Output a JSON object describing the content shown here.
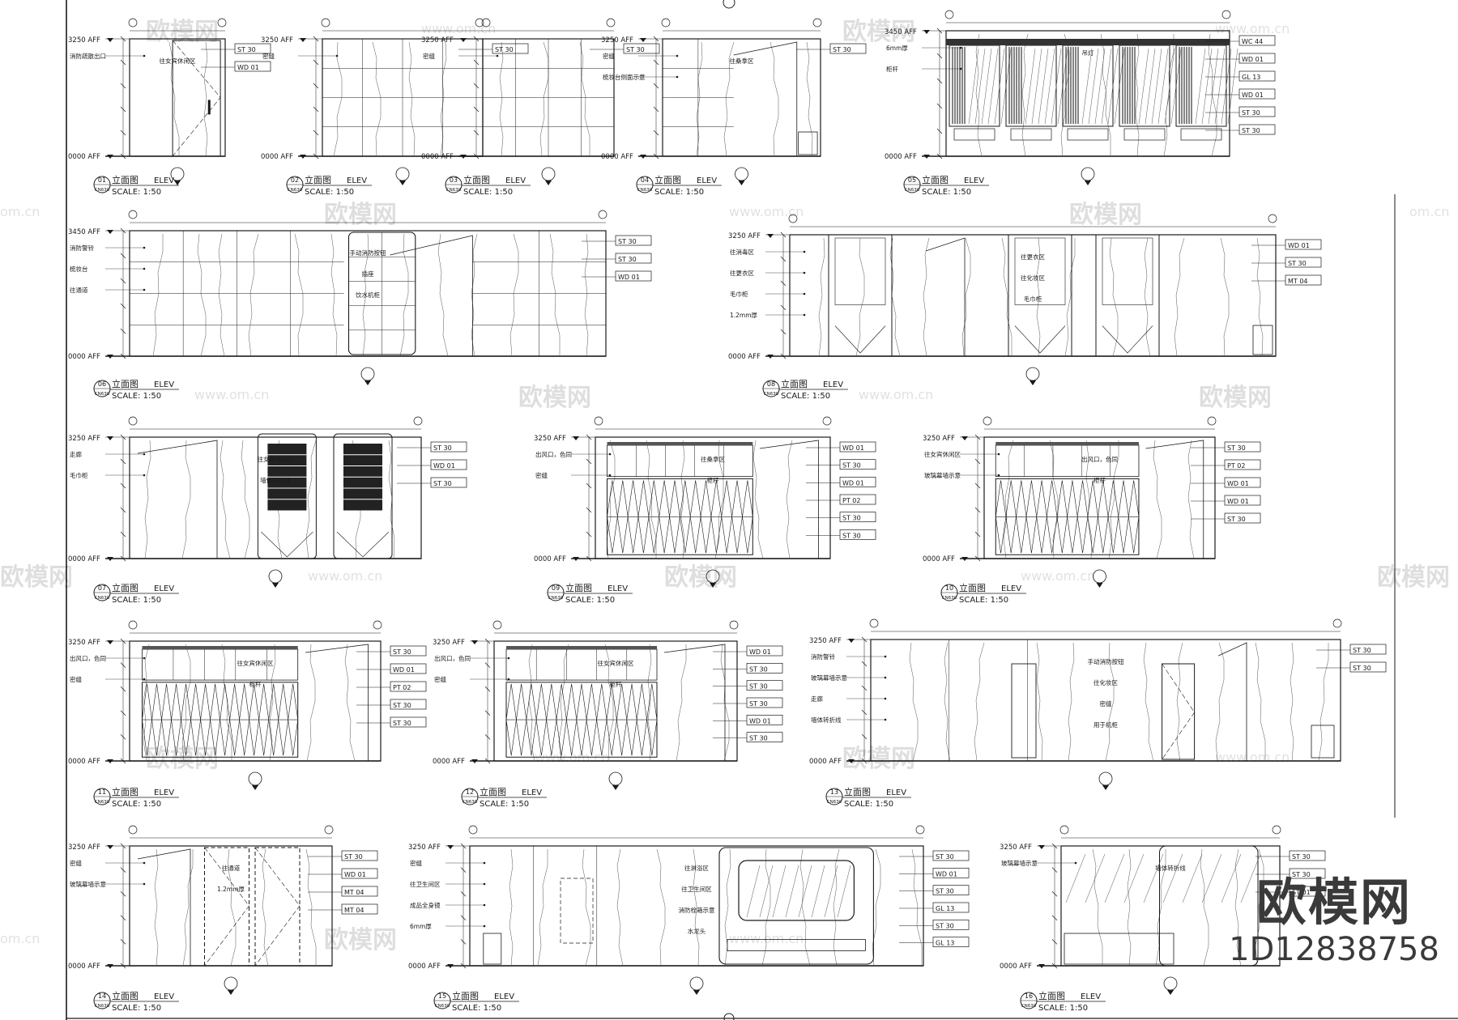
{
  "sheet": {
    "panels": [
      {
        "num": "01",
        "title": "立面图",
        "elev": "ELEV",
        "sheet_ref": "CN630",
        "scale": "SCALE: 1:50",
        "top_level": "3250 AFF",
        "bottom_level": "0000 AFF",
        "materials": [
          "ST 30",
          "WD 01"
        ],
        "notes": [
          "消防疏散出口",
          "往女宾休闲区"
        ]
      },
      {
        "num": "02",
        "title": "立面图",
        "elev": "ELEV",
        "sheet_ref": "CN630",
        "scale": "SCALE: 1:50",
        "top_level": "3250 AFF",
        "bottom_level": "0000 AFF",
        "materials": [
          "ST 30"
        ],
        "notes": [
          "密缝"
        ]
      },
      {
        "num": "03",
        "title": "立面图",
        "elev": "ELEV",
        "sheet_ref": "CN630",
        "scale": "SCALE: 1:50",
        "top_level": "3250 AFF",
        "bottom_level": "0000 AFF",
        "materials": [
          "ST 30"
        ],
        "notes": [
          "密缝"
        ]
      },
      {
        "num": "04",
        "title": "立面图",
        "elev": "ELEV",
        "sheet_ref": "CN630",
        "scale": "SCALE: 1:50",
        "top_level": "3250 AFF",
        "bottom_level": "0000 AFF",
        "materials": [
          "ST 30"
        ],
        "notes": [
          "密缝",
          "往桑拿区",
          "梳妆台侧面示意"
        ]
      },
      {
        "num": "05",
        "title": "立面图",
        "elev": "ELEV",
        "sheet_ref": "CN630",
        "scale": "SCALE: 1:50",
        "top_level": "3450 AFF",
        "bottom_level": "0000 AFF",
        "materials": [
          "WC 44",
          "WD 01",
          "GL 13",
          "WD 01",
          "ST 30",
          "ST 30"
        ],
        "notes": [
          "6mm厚",
          "吊灯",
          "柜杆"
        ]
      },
      {
        "num": "06",
        "title": "立面图",
        "elev": "ELEV",
        "sheet_ref": "CN630",
        "scale": "SCALE: 1:50",
        "top_level": "3450 AFF",
        "bottom_level": "0000 AFF",
        "materials": [
          "ST 30",
          "ST 30",
          "WD 01"
        ],
        "notes": [
          "消防警铃",
          "手动消防按钮",
          "梳妆台",
          "插座",
          "往通道",
          "饮水机柜"
        ]
      },
      {
        "num": "08",
        "title": "立面图",
        "elev": "ELEV",
        "sheet_ref": "CN630",
        "scale": "SCALE: 1:50",
        "top_level": "3250 AFF",
        "bottom_level": "0000 AFF",
        "materials": [
          "WD 01",
          "ST 30",
          "MT 04"
        ],
        "notes": [
          "往消毒区",
          "往更衣区",
          "往更衣区",
          "往化妆区",
          "毛巾柜",
          "毛巾柜",
          "1.2mm厚"
        ]
      },
      {
        "num": "07",
        "title": "立面图",
        "elev": "ELEV",
        "sheet_ref": "CN630",
        "scale": "SCALE: 1:50",
        "top_level": "3250 AFF",
        "bottom_level": "0000 AFF",
        "materials": [
          "ST 30",
          "WD 01",
          "ST 30"
        ],
        "notes": [
          "走廊",
          "往女宾休闲区",
          "毛巾柜",
          "墙体转折线"
        ]
      },
      {
        "num": "09",
        "title": "立面图",
        "elev": "ELEV",
        "sheet_ref": "CN630",
        "scale": "SCALE: 1:50",
        "top_level": "3250 AFF",
        "bottom_level": "0000 AFF",
        "materials": [
          "WD 01",
          "ST 30",
          "WD 01",
          "PT 02",
          "ST 30",
          "ST 30"
        ],
        "notes": [
          "出风口，色同",
          "往桑拿区",
          "密缝",
          "柜杆"
        ]
      },
      {
        "num": "10",
        "title": "立面图",
        "elev": "ELEV",
        "sheet_ref": "CN630",
        "scale": "SCALE: 1:50",
        "top_level": "3250 AFF",
        "bottom_level": "0000 AFF",
        "materials": [
          "ST 30",
          "PT 02",
          "WD 01",
          "WD 01",
          "ST 30"
        ],
        "notes": [
          "往女宾休闲区",
          "出风口，色同",
          "玻璃幕墙示意",
          "柜杆"
        ]
      },
      {
        "num": "11",
        "title": "立面图",
        "elev": "ELEV",
        "sheet_ref": "CN630",
        "scale": "SCALE: 1:50",
        "top_level": "3250 AFF",
        "bottom_level": "0000 AFF",
        "materials": [
          "ST 30",
          "WD 01",
          "PT 02",
          "ST 30",
          "ST 30"
        ],
        "notes": [
          "出风口，色同",
          "往女宾休闲区",
          "密缝",
          "柜杆"
        ]
      },
      {
        "num": "12",
        "title": "立面图",
        "elev": "ELEV",
        "sheet_ref": "CN630",
        "scale": "SCALE: 1:50",
        "top_level": "3250 AFF",
        "bottom_level": "0000 AFF",
        "materials": [
          "WD 01",
          "ST 30",
          "ST 30",
          "ST 30",
          "WD 01",
          "ST 30"
        ],
        "notes": [
          "出风口，色同",
          "往女宾休闲区",
          "密缝",
          "柜杆"
        ]
      },
      {
        "num": "13",
        "title": "立面图",
        "elev": "ELEV",
        "sheet_ref": "CN630",
        "scale": "SCALE: 1:50",
        "top_level": "3250 AFF",
        "bottom_level": "0000 AFF",
        "materials": [
          "ST 30",
          "ST 30"
        ],
        "notes": [
          "消防警铃",
          "手动消防按钮",
          "玻璃幕墙示意",
          "往化妆区",
          "走廊",
          "密缝",
          "墙体转折线",
          "用于机柜"
        ]
      },
      {
        "num": "14",
        "title": "立面图",
        "elev": "ELEV",
        "sheet_ref": "CN630",
        "scale": "SCALE: 1:50",
        "top_level": "3250 AFF",
        "bottom_level": "0000 AFF",
        "materials": [
          "ST 30",
          "WD 01",
          "MT 04",
          "MT 04"
        ],
        "notes": [
          "密缝",
          "往通道",
          "玻璃幕墙示意",
          "1.2mm厚"
        ]
      },
      {
        "num": "15",
        "title": "立面图",
        "elev": "ELEV",
        "sheet_ref": "CN630",
        "scale": "SCALE: 1:50",
        "top_level": "3250 AFF",
        "bottom_level": "0000 AFF",
        "materials": [
          "ST 30",
          "WD 01",
          "ST 30",
          "GL 13",
          "ST 30",
          "GL 13"
        ],
        "notes": [
          "密缝",
          "往淋浴区",
          "往卫生间区",
          "往卫生间区",
          "成品全身镜",
          "消防栓箱示意",
          "6mm厚",
          "水龙头"
        ]
      },
      {
        "num": "16",
        "title": "立面图",
        "elev": "ELEV",
        "sheet_ref": "CN630",
        "scale": "SCALE: 1:50",
        "top_level": "3250 AFF",
        "bottom_level": "0000 AFF",
        "materials": [
          "ST 30",
          "ST 30",
          "ST 01"
        ],
        "notes": [
          "玻璃幕墙示意",
          "墙体转折线"
        ]
      }
    ]
  },
  "watermarks": {
    "brand": "欧模网",
    "url": "www.om.cn",
    "short_url": "om.cn"
  },
  "brand_stamp": {
    "name": "欧模网",
    "id": "1D12838758"
  },
  "colors": {
    "line": "#1a1a1a",
    "hatch": "#555555",
    "watermark": "#bdbdbd",
    "background": "#ffffff"
  }
}
